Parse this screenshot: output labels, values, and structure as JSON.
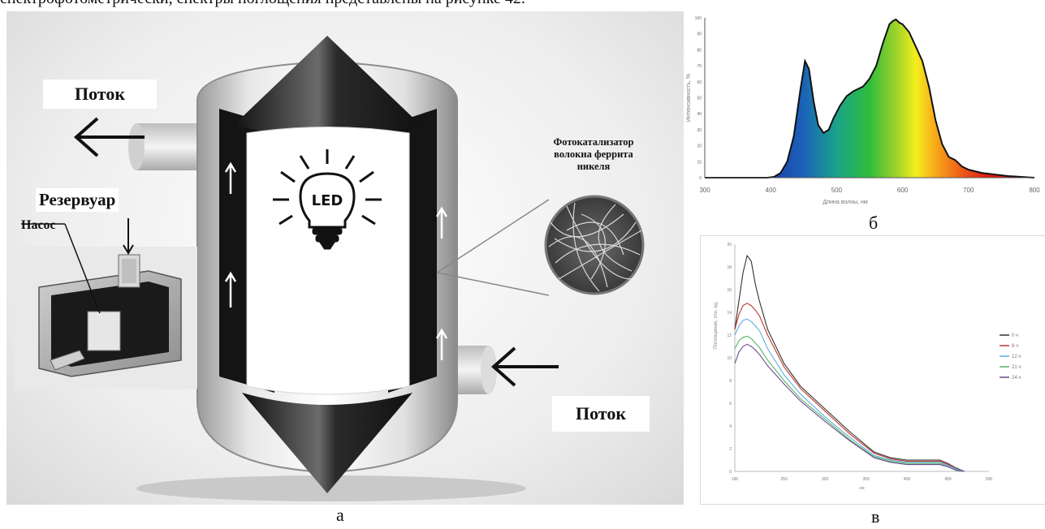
{
  "page": {
    "top_text": "спектрофотометрически, спектры поглощения представлены на рисунке 42."
  },
  "panel_a": {
    "letter": "а",
    "label_flow_top": "Поток",
    "label_flow_bottom": "Поток",
    "label_reservoir": "Резервуар",
    "label_pump": "Насос",
    "label_catalyst": [
      "Фотокатализатор",
      "волокна феррита",
      "никеля"
    ],
    "led_text": "LED"
  },
  "panel_b": {
    "letter": "б"
  },
  "panel_v": {
    "letter": "в"
  },
  "chart_data": [
    {
      "type": "area",
      "xlabel": "Длина волны, нм",
      "ylabel": "Интенсивность, %",
      "xlim": [
        300,
        800
      ],
      "ylim": [
        0,
        100
      ],
      "x_ticks": [
        "300",
        "400",
        "500",
        "600",
        "700",
        "800"
      ],
      "y_ticks": [
        "0",
        "10",
        "20",
        "30",
        "40",
        "50",
        "60",
        "70",
        "80",
        "90",
        "100"
      ],
      "x": [
        300,
        395,
        405,
        415,
        425,
        435,
        445,
        452,
        458,
        465,
        472,
        480,
        488,
        495,
        505,
        515,
        525,
        540,
        550,
        560,
        570,
        580,
        585,
        590,
        595,
        600,
        610,
        620,
        630,
        640,
        650,
        660,
        670,
        680,
        690,
        700,
        720,
        740,
        760,
        780,
        800
      ],
      "values": [
        0,
        0,
        0.5,
        3,
        10,
        26,
        55,
        73,
        68,
        48,
        33,
        28,
        30,
        37,
        45,
        51,
        54,
        57,
        62,
        70,
        84,
        96,
        98,
        99,
        97,
        96,
        91,
        82,
        73,
        57,
        36,
        21,
        13,
        11,
        7,
        5,
        3,
        2,
        1,
        0.5,
        0
      ],
      "fill": "spectral-gradient",
      "grid": false
    },
    {
      "type": "line",
      "xlabel": "нм",
      "ylabel": "Поглощение, отн. ед.",
      "xlim": [
        190,
        500
      ],
      "ylim": [
        0,
        20
      ],
      "x_ticks": [
        "190",
        "250",
        "300",
        "350",
        "400",
        "450",
        "500"
      ],
      "y_ticks": [
        "0",
        "2",
        "4",
        "6",
        "8",
        "10",
        "12",
        "14",
        "16",
        "18",
        "20"
      ],
      "legend": "right",
      "x": [
        190,
        195,
        200,
        205,
        210,
        215,
        220,
        230,
        250,
        270,
        300,
        330,
        360,
        380,
        400,
        420,
        440,
        450,
        460,
        470
      ],
      "series": [
        {
          "name": "0 ч",
          "color": "#333333",
          "values": [
            12.5,
            15,
            17.5,
            19,
            18.5,
            16.5,
            15,
            12.5,
            9.5,
            7.5,
            5.5,
            3.5,
            1.7,
            1.2,
            1.0,
            1.0,
            1.0,
            0.7,
            0.3,
            0
          ]
        },
        {
          "name": "6 ч",
          "color": "#c0392b",
          "values": [
            12.5,
            13.8,
            14.6,
            14.8,
            14.6,
            14.2,
            13.7,
            12,
            9.2,
            7.3,
            5.3,
            3.3,
            1.6,
            1.1,
            0.9,
            0.9,
            0.9,
            0.6,
            0.2,
            0
          ]
        },
        {
          "name": "12 ч",
          "color": "#5dade2",
          "values": [
            12,
            12.8,
            13.3,
            13.4,
            13.2,
            12.8,
            12.4,
            10.8,
            8.5,
            6.8,
            4.8,
            3.0,
            1.4,
            1.0,
            0.8,
            0.8,
            0.8,
            0.5,
            0.2,
            0
          ]
        },
        {
          "name": "21 ч",
          "color": "#58b368",
          "values": [
            10.8,
            11.5,
            11.8,
            11.9,
            11.7,
            11.3,
            10.9,
            9.8,
            8.0,
            6.4,
            4.6,
            2.8,
            1.3,
            0.9,
            0.7,
            0.7,
            0.7,
            0.4,
            0.1,
            0
          ]
        },
        {
          "name": "24 ч",
          "color": "#6c4a8c",
          "values": [
            9.5,
            10.5,
            11.0,
            11.2,
            11.0,
            10.7,
            10.3,
            9.3,
            7.7,
            6.2,
            4.4,
            2.7,
            1.2,
            0.8,
            0.6,
            0.6,
            0.6,
            0.4,
            0.1,
            0
          ]
        }
      ]
    }
  ]
}
